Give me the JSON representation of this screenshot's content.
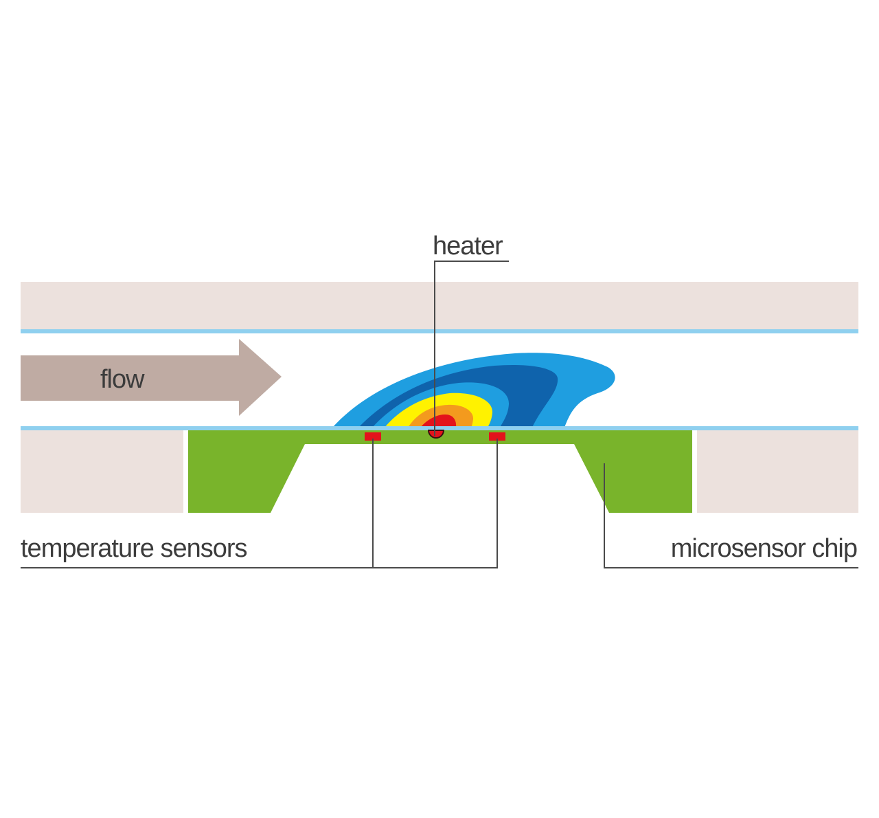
{
  "labels": {
    "heater": "heater",
    "flow": "flow",
    "temperature_sensors": "temperature sensors",
    "microsensor_chip": "microsensor chip"
  },
  "colors": {
    "housing": "#ece1dd",
    "channel_wall": "#8fd0ef",
    "chip": "#79b42b",
    "flow_arrow": "#bfaba3",
    "sensor": "#e3131b",
    "heat_outer": "#1f9ee0",
    "heat_band2": "#0f63ac",
    "heat_band3": "#fff200",
    "heat_band4": "#f39a1e",
    "heat_core": "#e3131b",
    "leader_line": "#4a4a4a",
    "text": "#3c3c3c"
  }
}
